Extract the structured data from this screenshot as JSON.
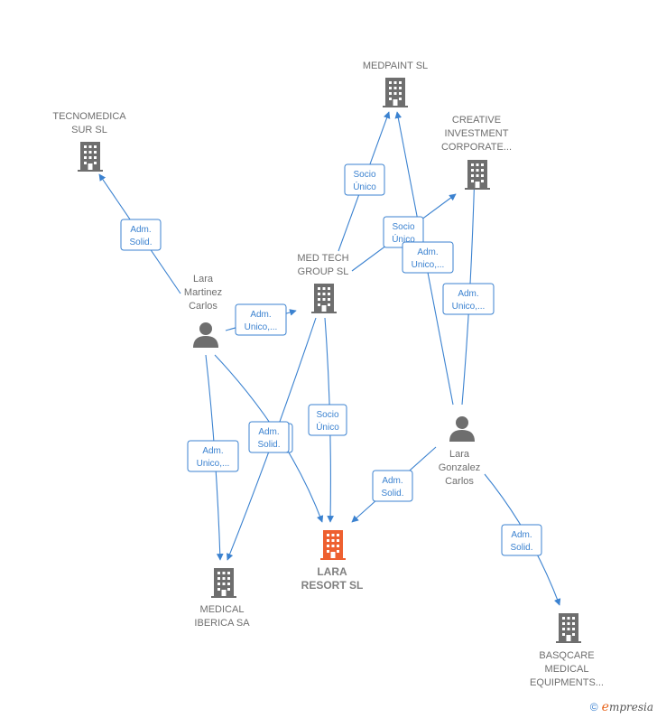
{
  "colors": {
    "company": "#6e6e6e",
    "company_main": "#ee6030",
    "person": "#6e6e6e",
    "edge": "#3b82d0"
  },
  "nodes": {
    "tecnomedica": {
      "label": [
        "TECNOMEDICA",
        "SUR  SL"
      ],
      "icon": "building-icon"
    },
    "medpaint": {
      "label": [
        "MEDPAINT  SL"
      ],
      "icon": "building-icon"
    },
    "creative": {
      "label": [
        "CREATIVE",
        "INVESTMENT",
        "CORPORATE..."
      ],
      "icon": "building-icon"
    },
    "medtech": {
      "label": [
        "MED TECH",
        "GROUP  SL"
      ],
      "icon": "building-icon"
    },
    "lara_martinez": {
      "label": [
        "Lara",
        "Martinez",
        "Carlos"
      ],
      "icon": "person-icon"
    },
    "lara_gonzalez": {
      "label": [
        "Lara",
        "Gonzalez",
        "Carlos"
      ],
      "icon": "person-icon"
    },
    "lara_resort": {
      "label": [
        "LARA",
        "RESORT  SL"
      ],
      "icon": "building-icon"
    },
    "medical_iberica": {
      "label": [
        "MEDICAL",
        "IBERICA SA"
      ],
      "icon": "building-icon"
    },
    "basqcare": {
      "label": [
        "BASQCARE",
        "MEDICAL",
        "EQUIPMENTS..."
      ],
      "icon": "building-icon"
    }
  },
  "edge_labels": {
    "e1": [
      "Adm.",
      "Solid."
    ],
    "e2": [
      "Socio",
      "Único"
    ],
    "e3": [
      "Socio",
      "Único"
    ],
    "e4": [
      "Adm.",
      "Unico,..."
    ],
    "e5": [
      "Adm.",
      "Unico,..."
    ],
    "e6": [
      "Adm.",
      "Unico,..."
    ],
    "e7": [
      "Adm.",
      "Unico,..."
    ],
    "e8": [
      "Adm.",
      "Solid."
    ],
    "e9": [
      "Socio",
      "Único"
    ],
    "e10": [
      "Adm.",
      "Solid."
    ],
    "e11": [
      "Adm.",
      "Solid."
    ]
  },
  "brand": {
    "copyright": "©",
    "e": "e",
    "rest": "mpresia"
  }
}
